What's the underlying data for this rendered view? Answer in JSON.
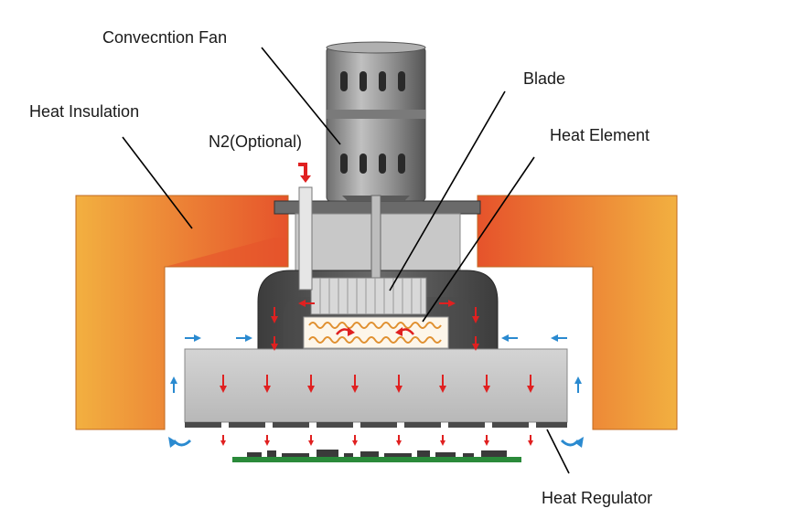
{
  "labels": {
    "convection_fan": "Convecntion Fan",
    "blade": "Blade",
    "heat_insulation": "Heat Insulation",
    "n2_optional": "N2(Optional)",
    "heat_element": "Heat Element",
    "heat_regulator": "Heat Regulator"
  },
  "colors": {
    "insulation_outer": "#f0a030",
    "insulation_inner": "#e8502a",
    "metal_light": "#c8c8c8",
    "metal_dark": "#555555",
    "motor": "#8a8a8a",
    "hot_air_arrow": "#e02020",
    "cool_air_arrow": "#2a8ad0",
    "heater_coil": "#e09030",
    "pcb": "#2a8a3a"
  },
  "icons": [
    "hot-air-arrow-icon",
    "cool-air-arrow-icon",
    "n2-inlet-arrow-icon"
  ]
}
